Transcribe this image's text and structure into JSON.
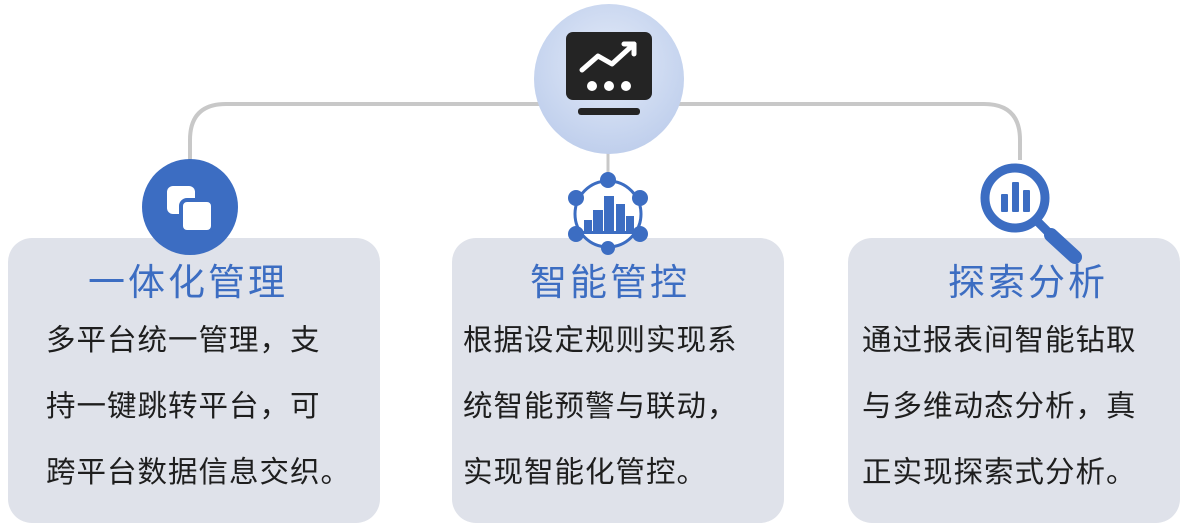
{
  "hub": {
    "icon": "trend-monitor-icon"
  },
  "colors": {
    "accent": "#3c6dc2",
    "card_bg": "#dfe2ea",
    "connector": "#c8c8c8",
    "icon_dark": "#242424"
  },
  "cards": [
    {
      "title": "一体化管理",
      "icon": "overlapping-squares-icon",
      "lines": [
        "多平台统一管理，支",
        "持一键跳转平台，可",
        "跨平台数据信息交织。"
      ]
    },
    {
      "title": "智能管控",
      "icon": "network-city-icon",
      "lines": [
        "根据设定规则实现系",
        "统智能预警与联动，",
        "实现智能化管控。"
      ]
    },
    {
      "title": "探索分析",
      "icon": "magnifier-chart-icon",
      "lines": [
        "通过报表间智能钻取",
        "与多维动态分析，真",
        "正实现探索式分析。"
      ]
    }
  ]
}
